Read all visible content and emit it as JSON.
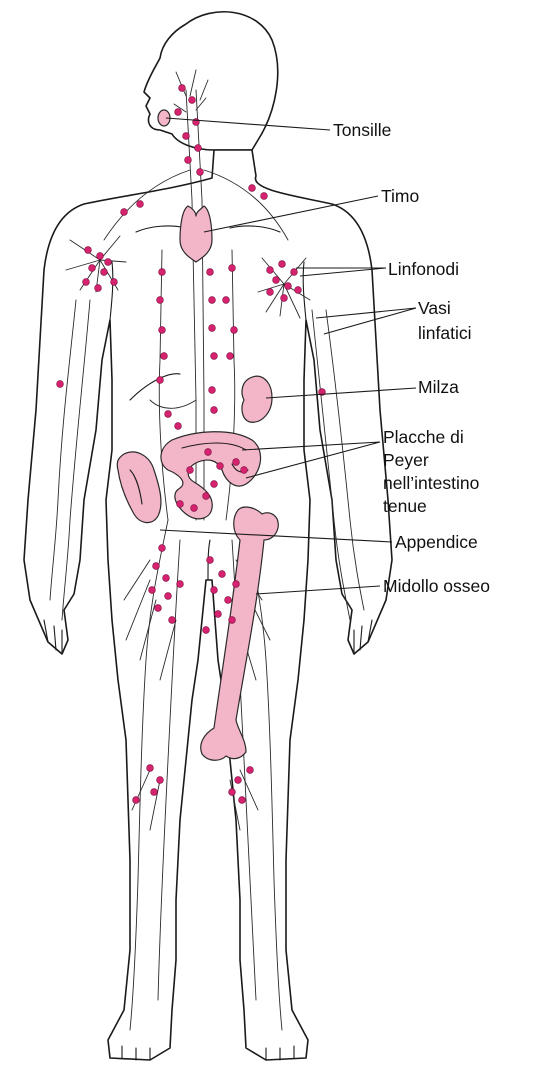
{
  "diagram": {
    "labels": {
      "tonsils": "Tonsille",
      "thymus": "Timo",
      "lymph_nodes": "Linfonodi",
      "lymph_vessels": [
        "Vasi",
        "linfatici"
      ],
      "spleen": "Milza",
      "peyer_patches": [
        "Placche di",
        "Peyer",
        "nell’intestino",
        "tenue"
      ],
      "appendix": "Appendice",
      "bone_marrow": "Midollo osseo"
    },
    "colors": {
      "organ_fill": "#f2b6c8",
      "node_fill": "#d6236f",
      "line": "#1a1a1a",
      "background": "#ffffff"
    }
  }
}
